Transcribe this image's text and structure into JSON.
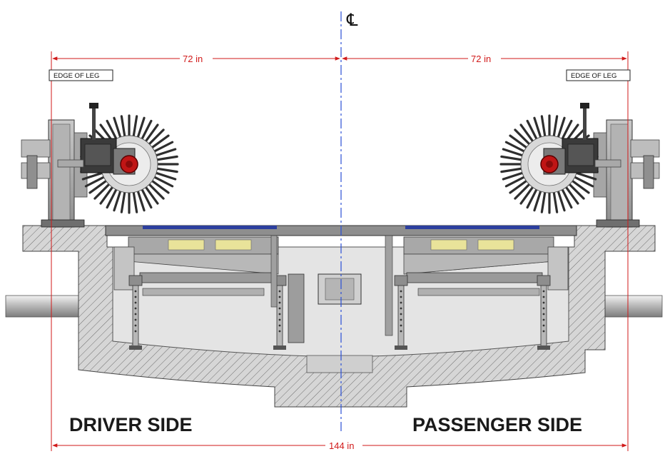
{
  "dimensions": {
    "left_half": "72 in",
    "right_half": "72 in",
    "overall": "144 in"
  },
  "tags": {
    "left": "EDGE OF LEG",
    "right": "EDGE OF LEG"
  },
  "centerline_symbol": "℄",
  "labels": {
    "driver": "DRIVER SIDE",
    "passenger": "PASSENGER SIDE"
  },
  "colors": {
    "dimension": "#d11a1a",
    "centerline": "#2b4fd6",
    "concrete": "#d4d4d4",
    "steel": "#9c9c9c",
    "brush_hub": "#c01515",
    "pad": "#e9e39a"
  }
}
